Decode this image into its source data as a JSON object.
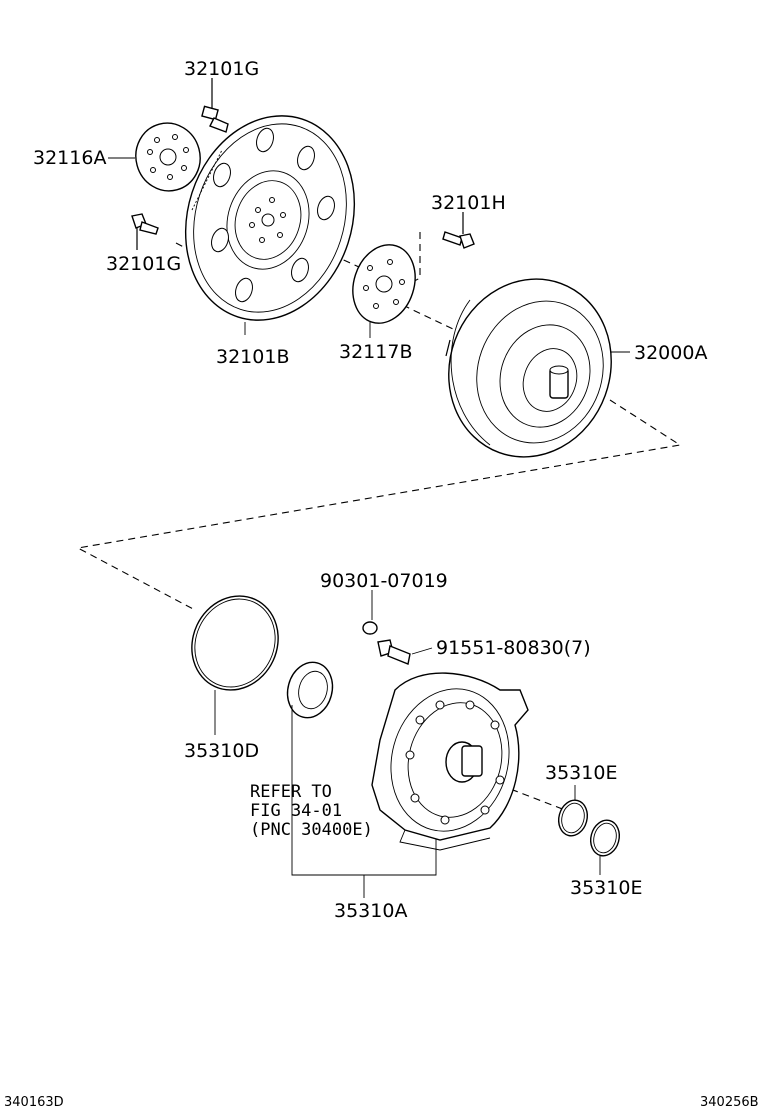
{
  "labels": {
    "p32101G_top": "32101G",
    "p32116A": "32116A",
    "p32101G_left": "32101G",
    "p32101B": "32101B",
    "p32101H": "32101H",
    "p32117B": "32117B",
    "p32000A": "32000A",
    "p90301": "90301-07019",
    "p91551": "91551-80830(7)",
    "p35310D": "35310D",
    "p35310E_top": "35310E",
    "p35310E_bottom": "35310E",
    "p35310A": "35310A"
  },
  "refer_note": {
    "line1": "REFER TO",
    "line2": "FIG 34-01",
    "line3": "(PNC 30400E)"
  },
  "footer": {
    "left_code": "340163D",
    "right_code": "340256B"
  }
}
